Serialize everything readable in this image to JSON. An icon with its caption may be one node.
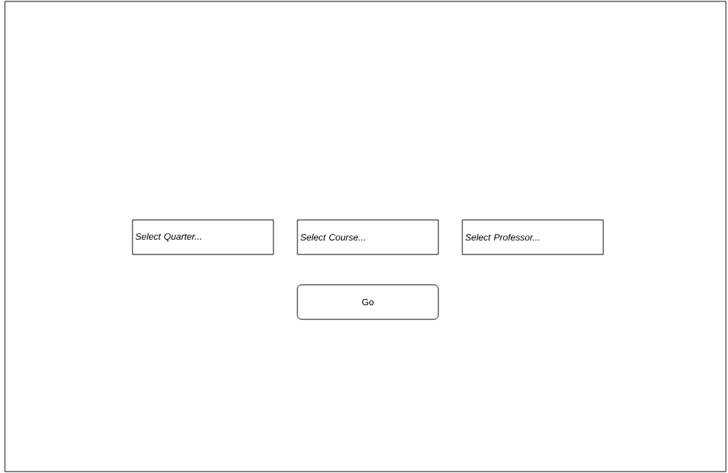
{
  "diagram": {
    "nodes": [
      {
        "text": [],
        "shape": "box"
      },
      {
        "text": [
          "Select Quarter..."
        ],
        "in": 0
      },
      {
        "text": [
          "Select Course..."
        ],
        "in": 0
      },
      {
        "text": [
          "Select Professor..."
        ],
        "in": 0
      },
      {
        "text": [
          "Go"
        ],
        "in": 0
      }
    ]
  }
}
